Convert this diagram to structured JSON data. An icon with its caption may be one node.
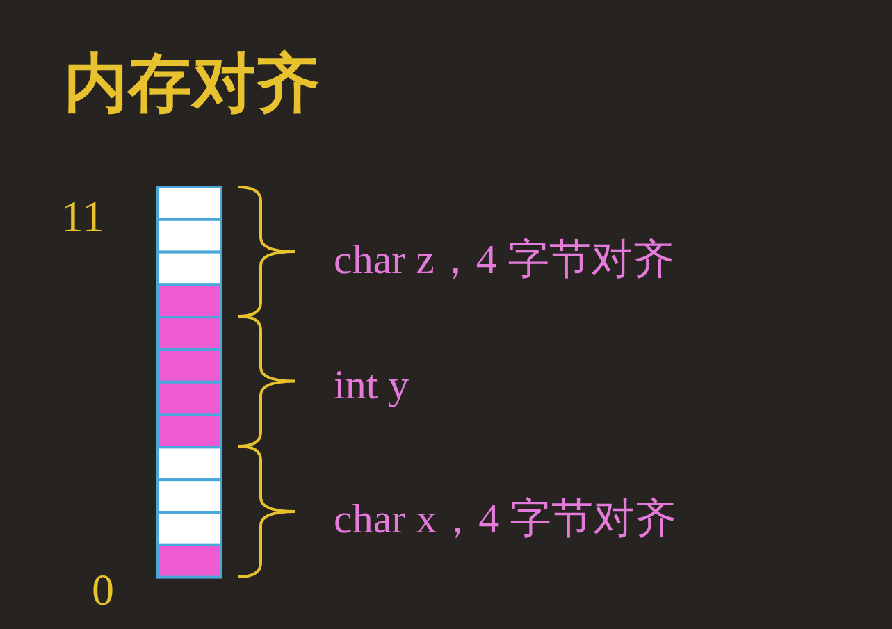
{
  "diagram": {
    "title": "内存对齐",
    "labels": [
      "11",
      "char z，4 字节对齐",
      "int y",
      "char x，4 字节对齐",
      "0"
    ]
  }
}
